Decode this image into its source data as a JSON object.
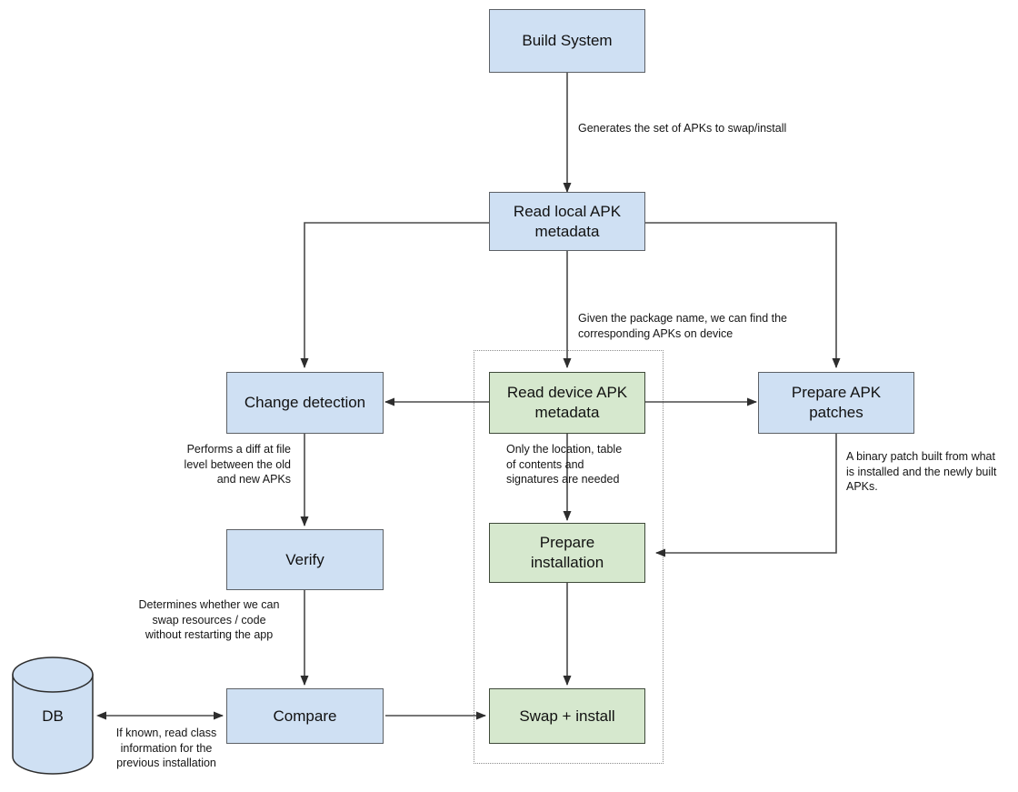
{
  "diagram": {
    "title": "APK swap/install pipeline flowchart",
    "colors": {
      "blue_fill": "#cfe0f3",
      "green_fill": "#d6e8ce",
      "node_stroke": "#5d6166",
      "green_stroke": "#3f4a3a",
      "edge_stroke": "#4a4a4a",
      "group_stroke": "#8d8d8d",
      "background": "#ffffff"
    },
    "nodes": [
      {
        "id": "build_system",
        "label": "Build System",
        "shape": "rect",
        "fill": "blue"
      },
      {
        "id": "read_local",
        "label": "Read local APK\nmetadata",
        "shape": "rect",
        "fill": "blue"
      },
      {
        "id": "change_detect",
        "label": "Change detection",
        "shape": "rect",
        "fill": "blue"
      },
      {
        "id": "read_device",
        "label": "Read device APK\nmetadata",
        "shape": "rect",
        "fill": "green"
      },
      {
        "id": "prepare_apk",
        "label": "Prepare APK\npatches",
        "shape": "rect",
        "fill": "blue"
      },
      {
        "id": "verify",
        "label": "Verify",
        "shape": "rect",
        "fill": "blue"
      },
      {
        "id": "prepare_inst",
        "label": "Prepare\ninstallation",
        "shape": "rect",
        "fill": "green"
      },
      {
        "id": "db",
        "label": "DB",
        "shape": "cylinder",
        "fill": "blue"
      },
      {
        "id": "compare",
        "label": "Compare",
        "shape": "rect",
        "fill": "blue"
      },
      {
        "id": "swap_install",
        "label": "Swap + install",
        "shape": "rect",
        "fill": "green"
      }
    ],
    "edge_labels": [
      {
        "id": "lbl_generates",
        "text": "Generates the set of APKs to swap/install",
        "align": "left"
      },
      {
        "id": "lbl_given",
        "text": "Given the package name, we can find the\ncorresponding APKs on device",
        "align": "left"
      },
      {
        "id": "lbl_performs",
        "text": "Performs a diff at file\nlevel between the old\nand new APKs",
        "align": "right"
      },
      {
        "id": "lbl_only",
        "text": "Only the location, table\nof contents and\nsignatures are needed",
        "align": "left"
      },
      {
        "id": "lbl_binary",
        "text": "A binary patch built from what\nis installed and the newly built\nAPKs.",
        "align": "left"
      },
      {
        "id": "lbl_determines",
        "text": "Determines whether we can\nswap resources / code\nwithout restarting the app",
        "align": "center"
      },
      {
        "id": "lbl_ifknown",
        "text": "If known, read class\ninformation for the\nprevious installation",
        "align": "center"
      }
    ],
    "edges": [
      {
        "from": "build_system",
        "to": "read_local",
        "label_id": "lbl_generates",
        "arrow": "single"
      },
      {
        "from": "read_local",
        "to": "change_detect",
        "label_id": null,
        "arrow": "single"
      },
      {
        "from": "read_local",
        "to": "read_device",
        "label_id": "lbl_given",
        "arrow": "single"
      },
      {
        "from": "read_local",
        "to": "prepare_apk",
        "label_id": null,
        "arrow": "single"
      },
      {
        "from": "read_device",
        "to": "change_detect",
        "label_id": null,
        "arrow": "single"
      },
      {
        "from": "read_device",
        "to": "prepare_apk",
        "label_id": null,
        "arrow": "single"
      },
      {
        "from": "change_detect",
        "to": "verify",
        "label_id": "lbl_performs",
        "arrow": "single"
      },
      {
        "from": "read_device",
        "to": "prepare_inst",
        "label_id": "lbl_only",
        "arrow": "single"
      },
      {
        "from": "prepare_apk",
        "to": "prepare_inst",
        "label_id": "lbl_binary",
        "arrow": "single"
      },
      {
        "from": "verify",
        "to": "compare",
        "label_id": "lbl_determines",
        "arrow": "single"
      },
      {
        "from": "prepare_inst",
        "to": "swap_install",
        "label_id": null,
        "arrow": "single"
      },
      {
        "from": "db",
        "to": "compare",
        "label_id": "lbl_ifknown",
        "arrow": "double"
      },
      {
        "from": "compare",
        "to": "swap_install",
        "label_id": null,
        "arrow": "single"
      }
    ],
    "group": {
      "id": "device_group",
      "label": ""
    }
  }
}
